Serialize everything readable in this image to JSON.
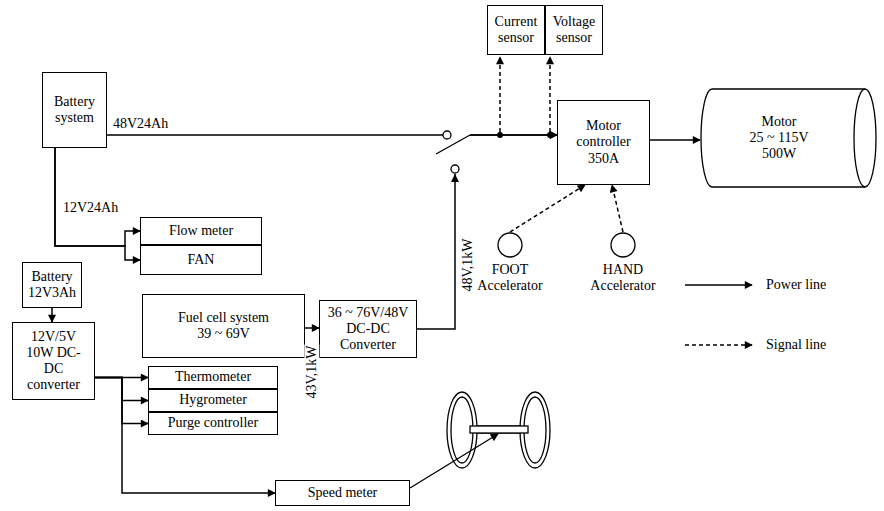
{
  "diagram": {
    "nodes": [
      {
        "text": [
          "Battery system"
        ]
      },
      {
        "text": [
          "Current sensor"
        ]
      },
      {
        "text": [
          "Voltage sensor"
        ]
      },
      {
        "text": [
          "Motor controller",
          "350A"
        ]
      },
      {
        "text": [
          "Motor",
          "25 ~ 115V",
          "500W"
        ]
      },
      {
        "text": [
          "Flow meter"
        ]
      },
      {
        "text": [
          "FAN"
        ]
      },
      {
        "text": [
          "Battery 12V3Ah"
        ]
      },
      {
        "text": [
          "Fuel cell system",
          "39 ~ 69V"
        ]
      },
      {
        "text": [
          "36 ~ 76V/48V DC-DC Converter"
        ]
      },
      {
        "text": [
          "12V/5V 10W DC-DC converter"
        ]
      },
      {
        "text": [
          "Thermometer"
        ]
      },
      {
        "text": [
          "Hygrometer"
        ]
      },
      {
        "text": [
          "Purge controller"
        ]
      },
      {
        "text": [
          "Speed meter"
        ]
      },
      {
        "text": [
          "FOOT Accelerator"
        ]
      },
      {
        "text": [
          "HAND Accelerator"
        ]
      }
    ],
    "edges": [
      {
        "from": 0,
        "to": 3,
        "arrow": "to"
      },
      {
        "from": 9,
        "to": 3,
        "arrow": "to"
      },
      {
        "from": 3,
        "to": 4,
        "arrow": "to"
      },
      {
        "from": 15,
        "to": 3,
        "arrow": "to"
      },
      {
        "from": 16,
        "to": 3,
        "arrow": "to"
      },
      {
        "from": 0,
        "to": 5,
        "arrow": "to"
      },
      {
        "from": 0,
        "to": 6,
        "arrow": "to"
      },
      {
        "from": 7,
        "to": 10,
        "arrow": "to"
      },
      {
        "from": 10,
        "to": 11,
        "arrow": "to"
      },
      {
        "from": 10,
        "to": 12,
        "arrow": "to"
      },
      {
        "from": 10,
        "to": 13,
        "arrow": "to"
      },
      {
        "from": 10,
        "to": 14,
        "arrow": "to"
      },
      {
        "from": 8,
        "to": 9,
        "arrow": "to"
      }
    ],
    "labels": [
      "48V24Ah",
      "12V24Ah",
      "43V,1kW",
      "48V,1kW"
    ],
    "legend": [
      {
        "text": "Power line"
      },
      {
        "text": "Signal line"
      }
    ]
  }
}
